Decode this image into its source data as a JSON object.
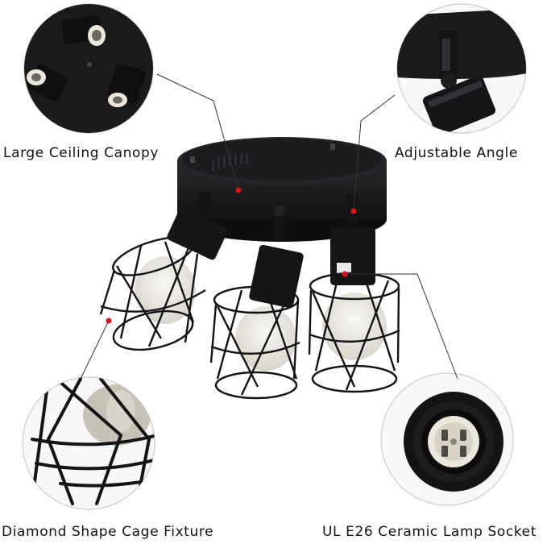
{
  "labels": {
    "canopy": "Large Ceiling Canopy",
    "angle": "Adjustable Angle",
    "cage": "Diamond Shape Cage Fixture",
    "socket": "UL E26 Ceramic Lamp Socket"
  },
  "colors": {
    "fixture": "#1a1a1c",
    "highlight": "#3a3a3e",
    "marker": "#e0101a",
    "leader": "#333333",
    "ceramic": "#ece7dd",
    "bulb": "#c9c4b8"
  }
}
